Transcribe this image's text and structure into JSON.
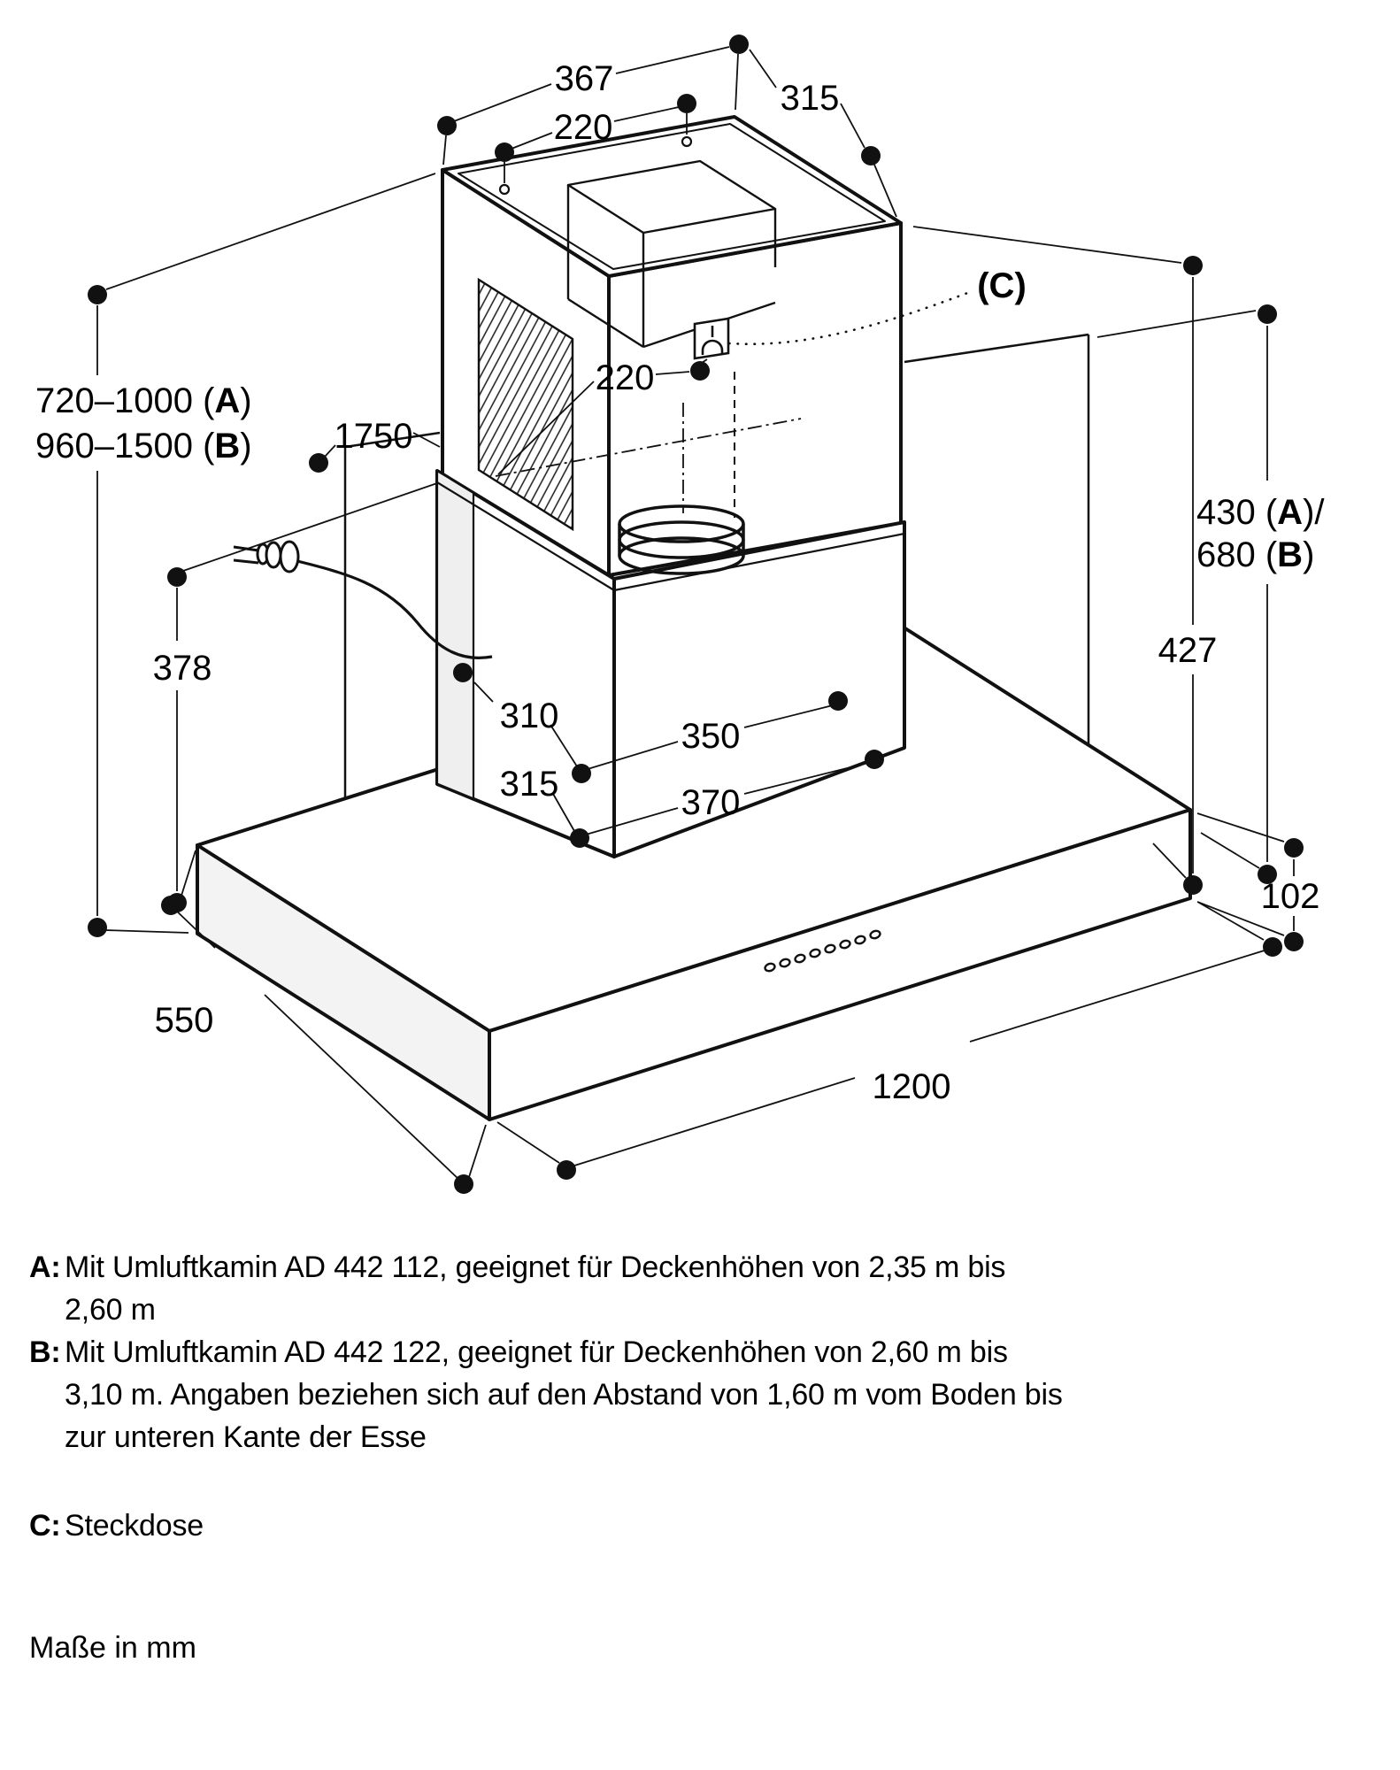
{
  "diagram": {
    "labels": {
      "top_width": "367",
      "top_hole_spacing": "220",
      "top_depth": "315",
      "socket_offset": "220",
      "socket_ref": "(C)",
      "height_range_a": {
        "prefix": "720–1000 (",
        "key": "A",
        "suffix": ")"
      },
      "height_range_b": {
        "prefix": "960–1500 (",
        "key": "B",
        "suffix": ")"
      },
      "wall_height": "1750",
      "chimney_height_a": {
        "prefix": "430 (",
        "key": "A",
        "suffix": ")/"
      },
      "chimney_height_b": {
        "prefix": "680 (",
        "key": "B",
        "suffix": ")"
      },
      "lower_height": "427",
      "left_height": "378",
      "upper_duct_depth": "310",
      "lower_duct_depth": "315",
      "upper_duct_width": "350",
      "lower_duct_width": "370",
      "canopy_depth": "550",
      "canopy_width": "1200",
      "canopy_front_height": "102"
    }
  },
  "notes": [
    {
      "key": "A:",
      "lines": [
        "Mit Umluftkamin AD 442 112, geeignet für Deckenhöhen von 2,35 m bis",
        "2,60 m"
      ]
    },
    {
      "key": "B:",
      "lines": [
        "Mit Umluftkamin AD 442 122, geeignet für Deckenhöhen von 2,60 m bis",
        "3,10 m. Angaben beziehen sich auf den Abstand von 1,60 m vom Boden bis",
        "zur unteren Kante der Esse"
      ]
    },
    {
      "key": "C:",
      "lines": [
        "Steckdose"
      ]
    }
  ],
  "footer": "Maße in mm"
}
